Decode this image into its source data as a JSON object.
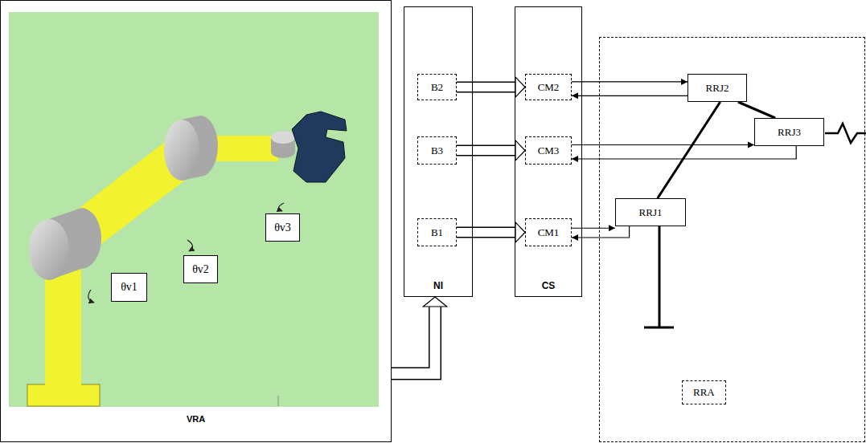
{
  "diagram": {
    "nodes": [
      {
        "text": [
          "VRA"
        ]
      },
      {
        "text": [
          "θv1"
        ],
        "in": 0
      },
      {
        "text": [
          "θv2"
        ],
        "in": 0
      },
      {
        "text": [
          "θv3"
        ],
        "in": 0
      },
      {
        "text": [
          "NI"
        ]
      },
      {
        "text": [
          "B2"
        ],
        "in": 4
      },
      {
        "text": [
          "B3"
        ],
        "in": 4
      },
      {
        "text": [
          "B1"
        ],
        "in": 4
      },
      {
        "text": [
          "CS"
        ]
      },
      {
        "text": [
          "CM2"
        ],
        "in": 8
      },
      {
        "text": [
          "CM3"
        ],
        "in": 8
      },
      {
        "text": [
          "CM1"
        ],
        "in": 8
      },
      {
        "text": [
          "RRA"
        ]
      },
      {
        "text": [
          "RRJ2"
        ],
        "in": 12
      },
      {
        "text": [
          "RRJ3"
        ],
        "in": 12
      },
      {
        "text": [
          "RRJ1"
        ],
        "in": 12
      }
    ],
    "edges": [
      {
        "from": 0,
        "to": 4,
        "arrow": "to"
      },
      {
        "from": 5,
        "to": 9,
        "arrow": "to"
      },
      {
        "from": 6,
        "to": 10,
        "arrow": "to"
      },
      {
        "from": 7,
        "to": 11,
        "arrow": "to"
      },
      {
        "from": 9,
        "to": 13,
        "arrow": "to"
      },
      {
        "from": 13,
        "to": 9,
        "arrow": "to"
      },
      {
        "from": 10,
        "to": 14,
        "arrow": "to"
      },
      {
        "from": 14,
        "to": 10,
        "arrow": "to"
      },
      {
        "from": 11,
        "to": 15,
        "arrow": "to"
      },
      {
        "from": 15,
        "to": 11,
        "arrow": "to"
      },
      {
        "from": 15,
        "to": 13,
        "arrow": "none"
      },
      {
        "from": 13,
        "to": 14,
        "arrow": "none"
      }
    ]
  }
}
